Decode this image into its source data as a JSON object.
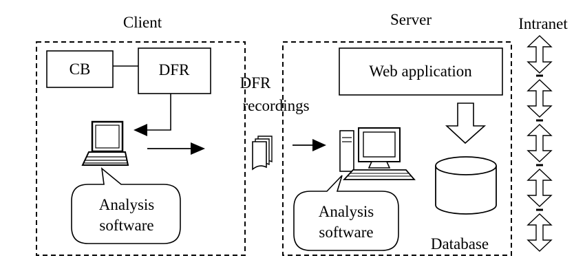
{
  "client": {
    "title": "Client",
    "cb_label": "CB",
    "dfr_label": "DFR",
    "analysis_line1": "Analysis",
    "analysis_line2": "software"
  },
  "middle": {
    "recordings_line1": "DFR",
    "recordings_line2": "recordings"
  },
  "server": {
    "title": "Server",
    "web_app_label": "Web application",
    "analysis_line1": "Analysis",
    "analysis_line2": "software",
    "database_label": "Database"
  },
  "intranet": {
    "title": "Intranet"
  }
}
